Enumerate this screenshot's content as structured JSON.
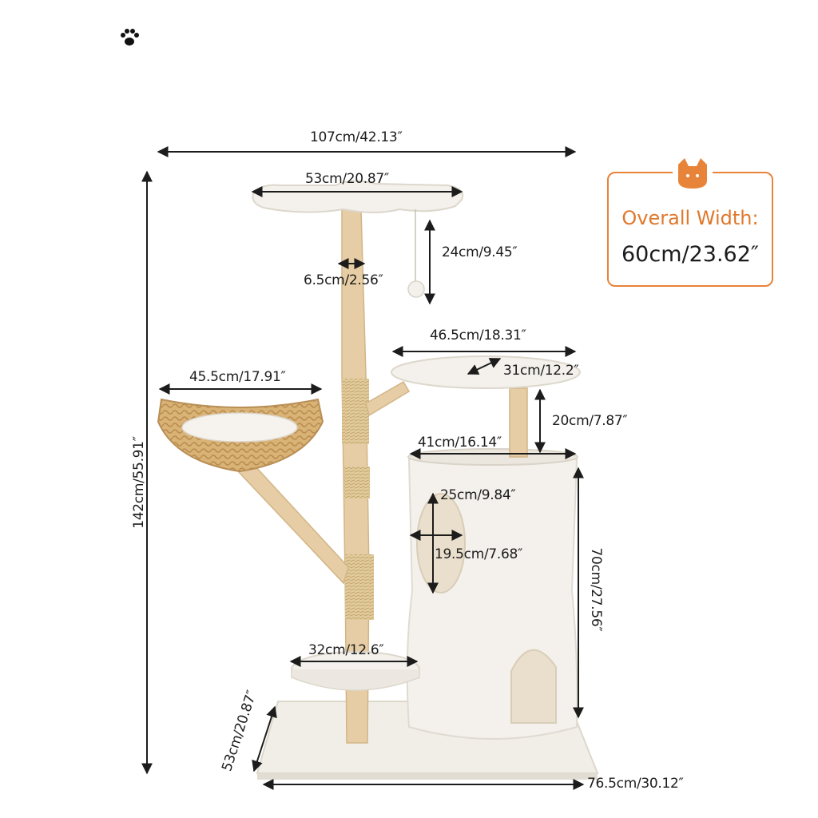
{
  "colors": {
    "accent": "#e8833a",
    "plush": "#f3f0ea",
    "wood": "#e4c9a0",
    "rope": "#d9bf8e",
    "basket": "#d7ad6f",
    "line": "#1c1c1c"
  },
  "icons": {
    "top_left": "paw-icon",
    "card": "cat-head-icon"
  },
  "dimensions": {
    "overall_width": "107cm/42.13″",
    "top_platform": "53cm/20.87″",
    "toy_drop": "24cm/9.45″",
    "post_diameter": "6.5cm/2.56″",
    "mid_platform_width": "46.5cm/18.31″",
    "mid_platform_depth": "31cm/12.2″",
    "basket_width": "45.5cm/17.91″",
    "mid_post_height": "20cm/7.87″",
    "condo_top": "41cm/16.14″",
    "hole_height": "25cm/9.84″",
    "hole_width": "19.5cm/7.68″",
    "condo_height": "70cm/27.56″",
    "overall_height": "142cm/55.91″",
    "low_platform": "32cm/12.6″",
    "base_depth": "53cm/20.87″",
    "base_width": "76.5cm/30.12″"
  },
  "card": {
    "title": "Overall Width:",
    "value": "60cm/23.62″"
  }
}
